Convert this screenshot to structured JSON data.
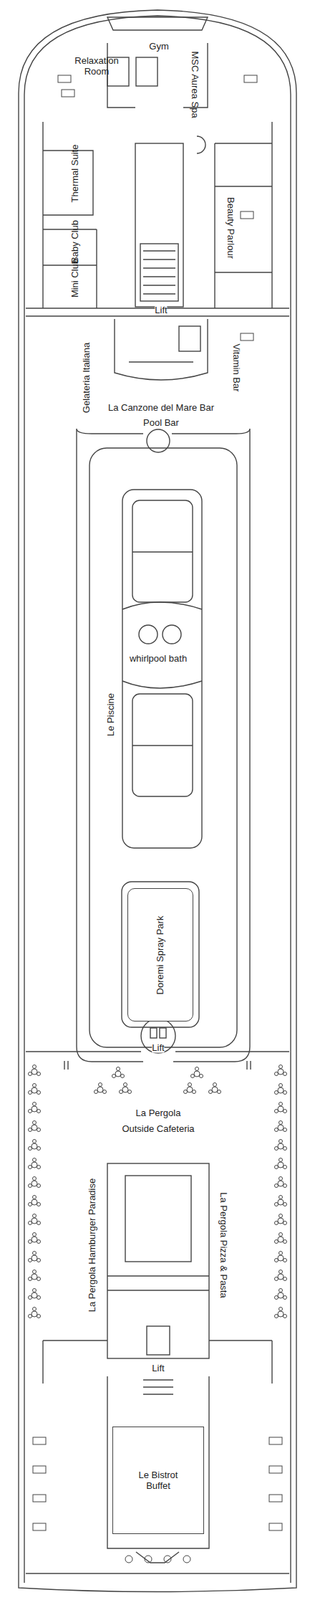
{
  "diagram": {
    "nodes": [
      {
        "text": [
          "Doremi Spray Park"
        ]
      },
      {
        "text": [
          "Le Bistrot Buffet"
        ]
      }
    ],
    "labels": [
      "Relaxation Room",
      "Gym",
      "MSC Aurea Spa",
      "Thermal Suite",
      "Beauty Parlour",
      "Baby Club",
      "Mini Club",
      "Lift",
      "Gelateria Italiana",
      "La Canzone del Mare Bar",
      "Pool Bar",
      "Vitamin Bar",
      "whirlpool bath",
      "Le Piscine",
      "Lift",
      "La Pergola",
      "Outside Cafeteria",
      "La Pergola Hamburger Paradise",
      "La Pergola Pizza & Pasta",
      "Lift"
    ]
  }
}
